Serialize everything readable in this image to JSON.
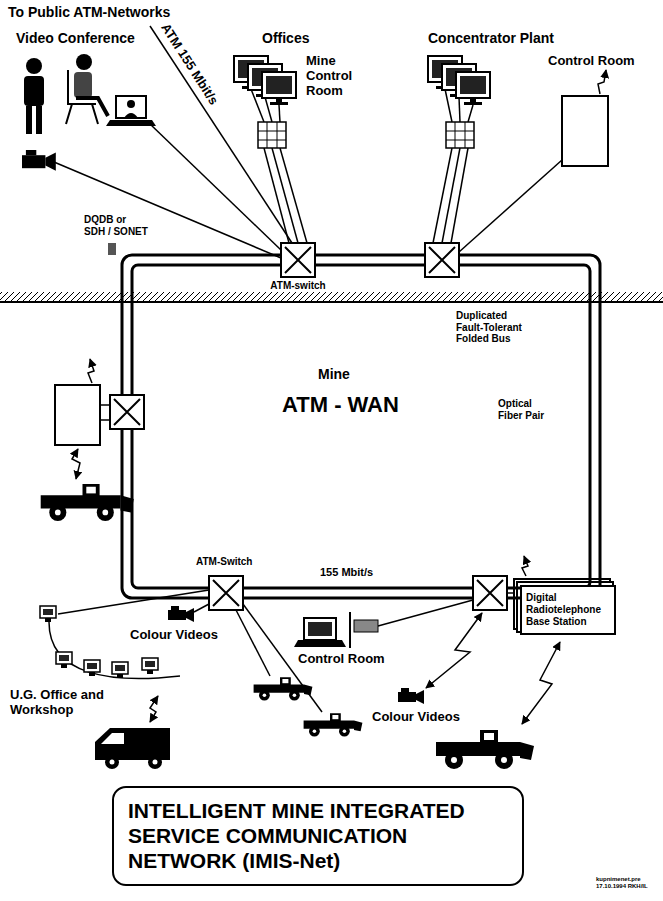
{
  "diagram": {
    "title": "INTELLIGENT MINE INTEGRATED SERVICE COMMUNICATION NETWORK (IMIS-Net)",
    "nodes": [
      {
        "text": [
          "Digital Radiotelephone Base Station"
        ]
      }
    ],
    "labels": [
      "To Public ATM-Networks",
      "Video Conference",
      "ATM 155 Mbit/s",
      "Offices",
      "Mine Control Room",
      "Concentrator Plant",
      "Control Room",
      "DQDB or SDH / SONET",
      "ATM-switch",
      "Duplicated Fault-Tolerant Folded Bus",
      "Mine",
      "ATM - WAN",
      "Optical Fiber Pair",
      "ATM-Switch",
      "155 Mbit/s",
      "Colour Videos",
      "U.G. Office and Workshop",
      "Control Room",
      "Colour Videos",
      "kupnimenet.pre 17.10.1994 RKH/IL"
    ]
  }
}
